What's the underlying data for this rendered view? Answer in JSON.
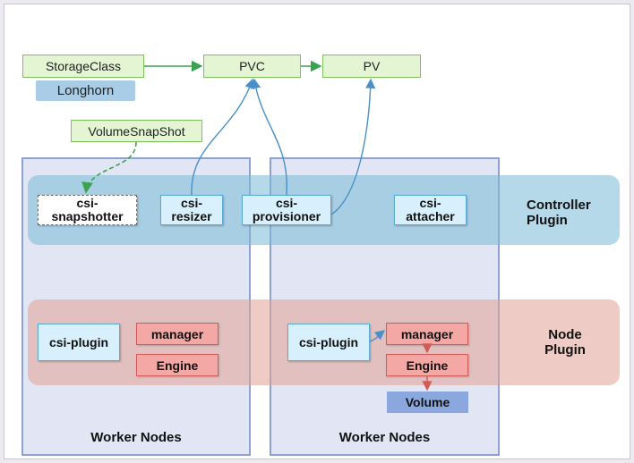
{
  "top": {
    "storage_class": "StorageClass",
    "pvc": "PVC",
    "pv": "PV",
    "longhorn": "Longhorn",
    "volume_snapshot": "VolumeSnapShot"
  },
  "controller": {
    "label_line1": "Controller",
    "label_line2": "Plugin",
    "snapshotter_line1": "csi-",
    "snapshotter_line2": "snapshotter",
    "resizer_line1": "csi-",
    "resizer_line2": "resizer",
    "provisioner_line1": "csi-",
    "provisioner_line2": "provisioner",
    "attacher_line1": "csi-",
    "attacher_line2": "attacher"
  },
  "node": {
    "label_line1": "Node",
    "label_line2": "Plugin",
    "left_csi_plugin": "csi-plugin",
    "left_manager": "manager",
    "left_engine": "Engine",
    "right_csi_plugin": "csi-plugin",
    "right_manager": "manager",
    "right_engine": "Engine",
    "volume": "Volume"
  },
  "workers": {
    "left_label": "Worker Nodes",
    "right_label": "Worker Nodes"
  },
  "colors": {
    "green_border": "#7cc45a",
    "arrow_blue": "#4a90c8",
    "arrow_red": "#d35a55",
    "volume_fill": "#8aa8de"
  }
}
